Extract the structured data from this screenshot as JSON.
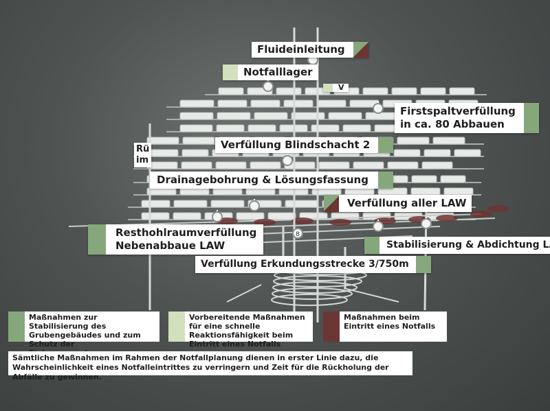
{
  "callouts": {
    "fluideinleitung": "Fluideinleitung",
    "notfalllager": "Notfalllager",
    "firstspalt_line1": "Firstspaltverfüllung",
    "firstspalt_line2": "in ca. 80 Abbauen",
    "blindschacht": "Verfüllung Blindschacht 2",
    "drainage": "Drainagebohrung & Lösungsfassung",
    "law": "Verfüllung aller LAW",
    "resthohlraum_line1": "Resthohlraumverfüllung",
    "resthohlraum_line2": "Nebenabbaue LAW",
    "stabilisierung": "Stabilisierung & Abdichtung LAW",
    "erkundung": "Verfüllung Erkundungsstrecke 3/750m",
    "partial_left_line1": "Rü",
    "partial_left_line2": "im",
    "partial_top": "V"
  },
  "marker_label": "8",
  "legend": [
    {
      "text": "Maßnahmen zur Stabilisierung des Grubengebäudes und zum Schutz der Einlagerungskammern",
      "color": "#86a77c"
    },
    {
      "text": "Vorbereitende Maßnahmen für eine schnelle Reaktionsfähigkeit beim Eintritt eines Notfalls",
      "color": "#d2e0bd"
    },
    {
      "text": "Maßnahmen beim Eintritt eines Notfalls",
      "color": "#6b3533"
    }
  ],
  "note": "Sämtliche Maßnahmen im Rahmen der Notfallplanung dienen in erster Linie dazu, die Wahrscheinlichkeit eines Notfalleintrittes zu verringern und Zeit für die Rückholung der Abfälle zu gewinnen."
}
